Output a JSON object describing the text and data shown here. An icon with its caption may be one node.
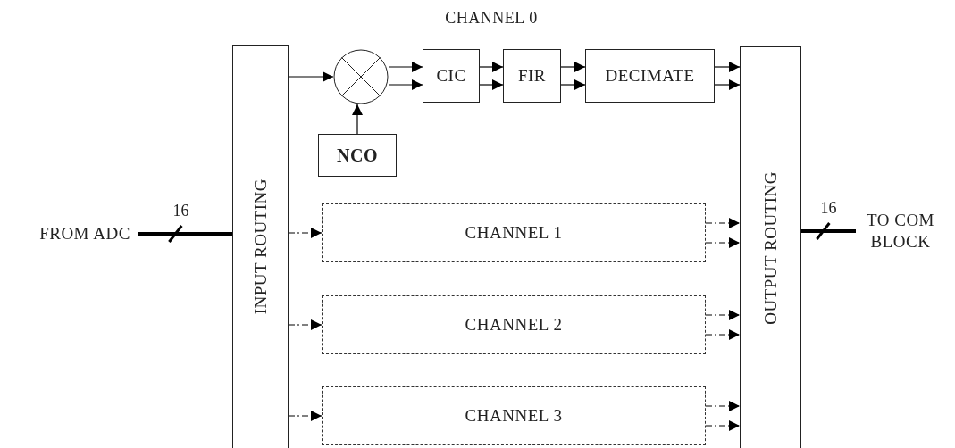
{
  "diagram": {
    "nodes": [
      {
        "text": [
          "FROM ADC"
        ]
      },
      {
        "text": [
          "INPUT ROUTING"
        ]
      },
      {
        "text": [],
        "shape": "circle"
      },
      {
        "text": [
          "NCO"
        ]
      },
      {
        "text": [
          "CIC"
        ]
      },
      {
        "text": [
          "FIR"
        ]
      },
      {
        "text": [
          "DECIMATE"
        ]
      },
      {
        "text": [
          "OUTPUT ROUTING"
        ]
      },
      {
        "text": [
          "CHANNEL 1"
        ]
      },
      {
        "text": [
          "CHANNEL 2"
        ]
      },
      {
        "text": [
          "CHANNEL 3"
        ]
      },
      {
        "text": [
          "TO COM BLOCK"
        ]
      }
    ],
    "edges": [
      {
        "from": 0,
        "to": 1,
        "arrow": "none",
        "style": "thick",
        "label": "16"
      },
      {
        "from": 1,
        "to": 2,
        "arrow": "to"
      },
      {
        "from": 3,
        "to": 2,
        "arrow": "to"
      },
      {
        "from": 2,
        "to": 4,
        "arrow": "to"
      },
      {
        "from": 2,
        "to": 4,
        "arrow": "to"
      },
      {
        "from": 4,
        "to": 5,
        "arrow": "to"
      },
      {
        "from": 4,
        "to": 5,
        "arrow": "to"
      },
      {
        "from": 5,
        "to": 6,
        "arrow": "to"
      },
      {
        "from": 5,
        "to": 6,
        "arrow": "to"
      },
      {
        "from": 6,
        "to": 7,
        "arrow": "to"
      },
      {
        "from": 6,
        "to": 7,
        "arrow": "to"
      },
      {
        "from": 1,
        "to": 8,
        "arrow": "to",
        "style": "dashed"
      },
      {
        "from": 1,
        "to": 9,
        "arrow": "to",
        "style": "dashed"
      },
      {
        "from": 1,
        "to": 10,
        "arrow": "to",
        "style": "dashed"
      },
      {
        "from": 8,
        "to": 7,
        "arrow": "to",
        "style": "dashed"
      },
      {
        "from": 8,
        "to": 7,
        "arrow": "to",
        "style": "dashed"
      },
      {
        "from": 9,
        "to": 7,
        "arrow": "to",
        "style": "dashed"
      },
      {
        "from": 9,
        "to": 7,
        "arrow": "to",
        "style": "dashed"
      },
      {
        "from": 10,
        "to": 7,
        "arrow": "to",
        "style": "dashed"
      },
      {
        "from": 10,
        "to": 7,
        "arrow": "to",
        "style": "dashed"
      },
      {
        "from": 7,
        "to": 11,
        "arrow": "none",
        "style": "thick",
        "label": "16"
      }
    ],
    "labels": [
      "CHANNEL 0"
    ]
  }
}
